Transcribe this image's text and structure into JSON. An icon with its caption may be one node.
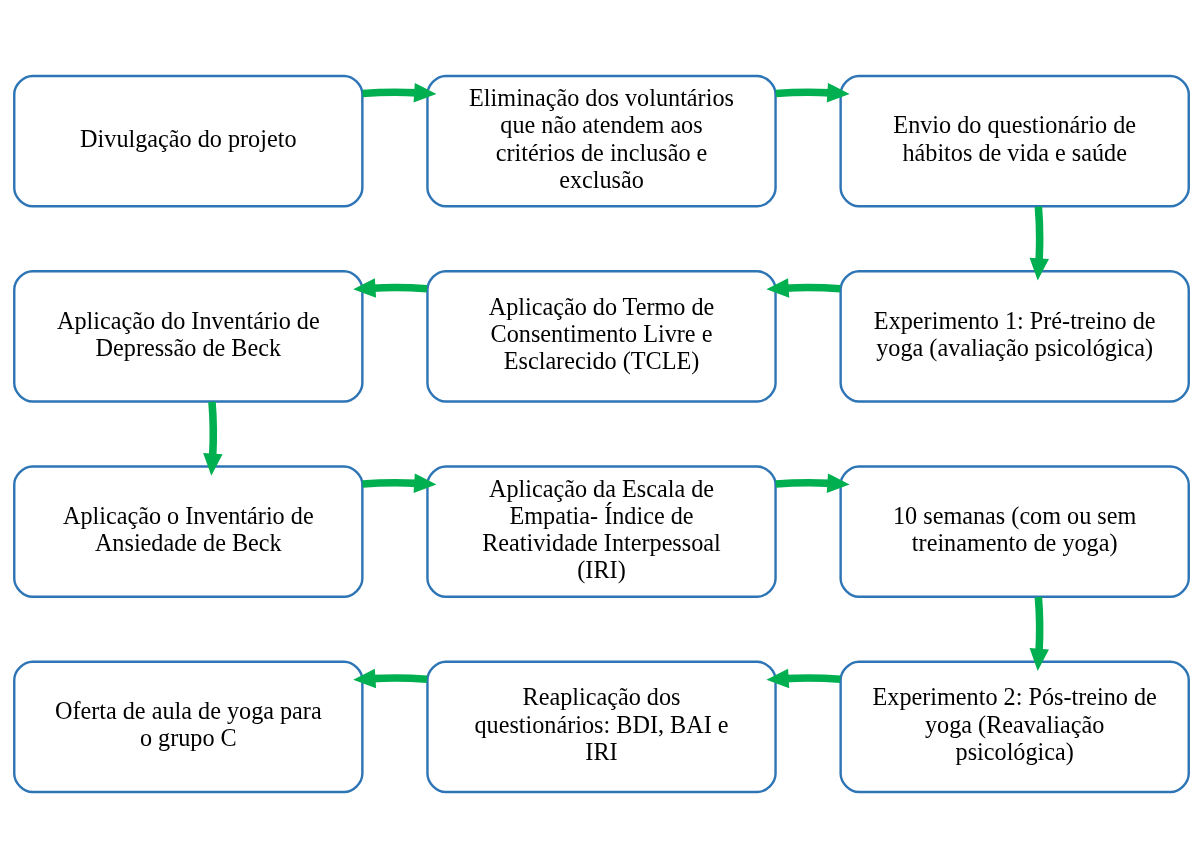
{
  "diagram": {
    "nodes": [
      {
        "text": [
          "Divulgação do projeto"
        ]
      },
      {
        "text": [
          "Eliminação dos voluntários que não atendem aos critérios de inclusão e exclusão"
        ]
      },
      {
        "text": [
          "Envio do questionário de hábitos de vida e saúde"
        ]
      },
      {
        "text": [
          "Experimento 1: Pré-treino de yoga (avaliação psicológica)"
        ]
      },
      {
        "text": [
          "Aplicação do Termo de Consentimento Livre e Esclarecido (TCLE)"
        ]
      },
      {
        "text": [
          "Aplicação do Inventário de Depressão de Beck"
        ]
      },
      {
        "text": [
          "Aplicação o Inventário de Ansiedade de Beck"
        ]
      },
      {
        "text": [
          "Aplicação da Escala de Empatia- Índice de Reatividade Interpessoal (IRI)"
        ]
      },
      {
        "text": [
          "10 semanas (com ou sem treinamento de yoga)"
        ]
      },
      {
        "text": [
          "Experimento 2: Pós-treino de yoga (Reavaliação psicológica)"
        ]
      },
      {
        "text": [
          "Reaplicação dos questionários: BDI, BAI e IRI"
        ]
      },
      {
        "text": [
          "Oferta de aula de yoga para o grupo C"
        ]
      }
    ],
    "edges": [
      {
        "from": 0,
        "to": 1,
        "arrow": "to"
      },
      {
        "from": 1,
        "to": 2,
        "arrow": "to"
      },
      {
        "from": 2,
        "to": 3,
        "arrow": "to"
      },
      {
        "from": 3,
        "to": 4,
        "arrow": "to"
      },
      {
        "from": 4,
        "to": 5,
        "arrow": "to"
      },
      {
        "from": 5,
        "to": 6,
        "arrow": "to"
      },
      {
        "from": 6,
        "to": 7,
        "arrow": "to"
      },
      {
        "from": 7,
        "to": 8,
        "arrow": "to"
      },
      {
        "from": 8,
        "to": 9,
        "arrow": "to"
      },
      {
        "from": 9,
        "to": 10,
        "arrow": "to"
      },
      {
        "from": 10,
        "to": 11,
        "arrow": "to"
      }
    ]
  }
}
